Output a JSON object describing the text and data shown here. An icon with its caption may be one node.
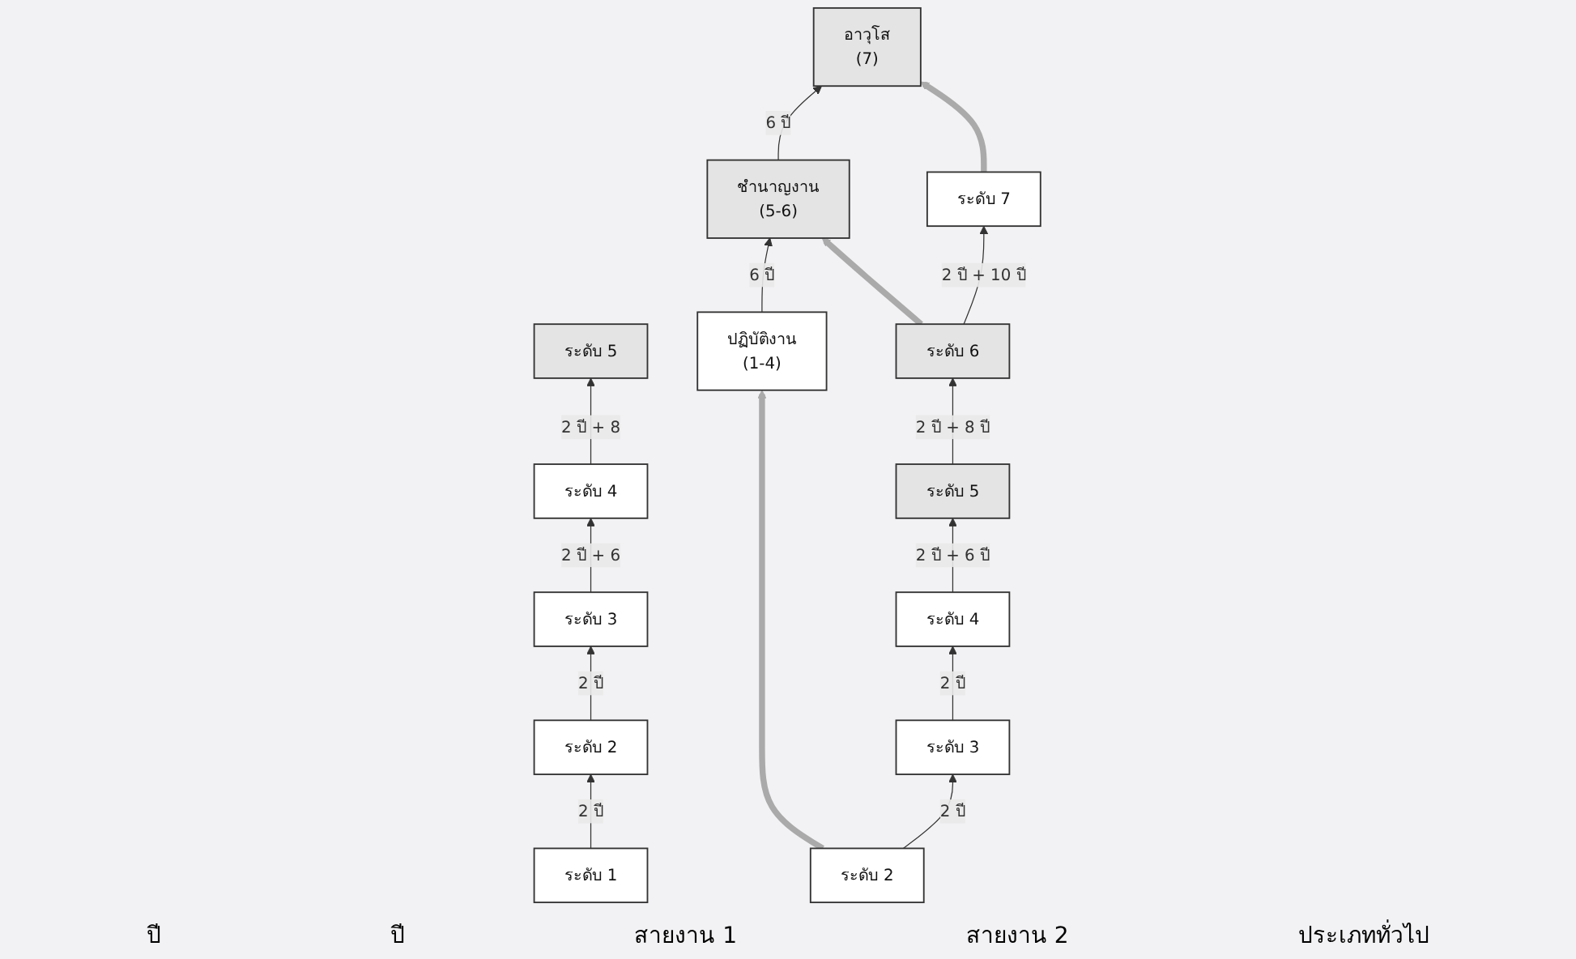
{
  "diagram": {
    "nodes": [
      {
        "text": [
          "ระดับ 5"
        ]
      },
      {
        "text": [
          "ระดับ 4"
        ]
      },
      {
        "text": [
          "ระดับ 3"
        ]
      },
      {
        "text": [
          "ระดับ 2"
        ]
      },
      {
        "text": [
          "ระดับ 1"
        ]
      },
      {
        "text": [
          "ระดับ 7"
        ]
      },
      {
        "text": [
          "ระดับ 6"
        ]
      },
      {
        "text": [
          "ระดับ 5"
        ]
      },
      {
        "text": [
          "ระดับ 4"
        ]
      },
      {
        "text": [
          "ระดับ 3"
        ]
      },
      {
        "text": [
          "ระดับ 2"
        ]
      },
      {
        "text": [
          "อาวุโส",
          "(7)"
        ]
      },
      {
        "text": [
          "ชำนาญงาน",
          "(5-6)"
        ]
      },
      {
        "text": [
          "ปฏิบัติงาน",
          "(1-4)"
        ]
      }
    ],
    "edges": [
      {
        "from": 4,
        "to": 3,
        "arrow": "to",
        "label": "2 ปี"
      },
      {
        "from": 3,
        "to": 2,
        "arrow": "to",
        "label": "2 ปี"
      },
      {
        "from": 2,
        "to": 1,
        "arrow": "to",
        "label": "2 ปี + 6"
      },
      {
        "from": 1,
        "to": 0,
        "arrow": "to",
        "label": "2 ปี + 8"
      },
      {
        "from": 10,
        "to": 9,
        "arrow": "to",
        "label": "2 ปี"
      },
      {
        "from": 9,
        "to": 8,
        "arrow": "to",
        "label": "2 ปี"
      },
      {
        "from": 8,
        "to": 7,
        "arrow": "to",
        "label": "2 ปี + 6 ปี"
      },
      {
        "from": 7,
        "to": 6,
        "arrow": "to",
        "label": "2 ปี + 8 ปี"
      },
      {
        "from": 6,
        "to": 5,
        "arrow": "to",
        "label": "2 ปี + 10 ปี"
      },
      {
        "from": 13,
        "to": 12,
        "arrow": "to",
        "label": "6 ปี"
      },
      {
        "from": 12,
        "to": 11,
        "arrow": "to",
        "label": "6 ปี"
      },
      {
        "from": 5,
        "to": 11,
        "arrow": "to",
        "style": "thick",
        "color": "#aaaaaa"
      },
      {
        "from": 6,
        "to": 12,
        "arrow": "to",
        "style": "thick",
        "color": "#aaaaaa"
      },
      {
        "from": 10,
        "to": 13,
        "arrow": "to",
        "style": "thick",
        "color": "#aaaaaa"
      }
    ],
    "labels": [
      "ปี",
      "ปี",
      "สายงาน 1",
      "สายงาน 2",
      "ประเภททั่วไป"
    ]
  }
}
